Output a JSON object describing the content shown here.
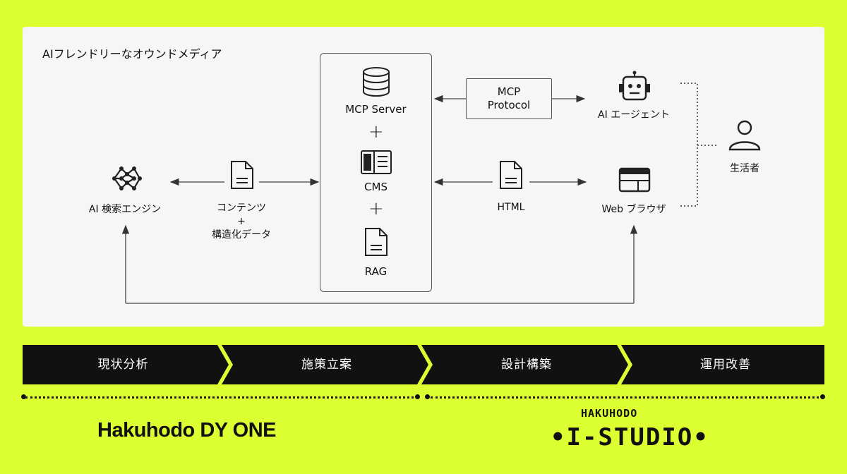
{
  "diagram": {
    "title": "AIフレンドリーなオウンドメディア",
    "center": {
      "mcp_server": "MCP Server",
      "cms": "CMS",
      "rag": "RAG",
      "plus": "+"
    },
    "mcp_protocol": [
      "MCP",
      "Protocol"
    ],
    "ai_agent": "AI エージェント",
    "web_browser": "Web ブラウザ",
    "html": "HTML",
    "ai_search": "AI 検索エンジン",
    "contents": [
      "コンテンツ",
      "+",
      "構造化データ"
    ],
    "consumer": "生活者"
  },
  "steps": [
    "現状分析",
    "施策立案",
    "設計構築",
    "運用改善"
  ],
  "logos": {
    "left": "Hakuhodo DY ONE",
    "right_top": "HAKUHODO",
    "right": "•I-STUDIO•"
  },
  "colors": {
    "background": "#dcff32",
    "panel": "#f6f6f6",
    "steps": "#111111"
  }
}
